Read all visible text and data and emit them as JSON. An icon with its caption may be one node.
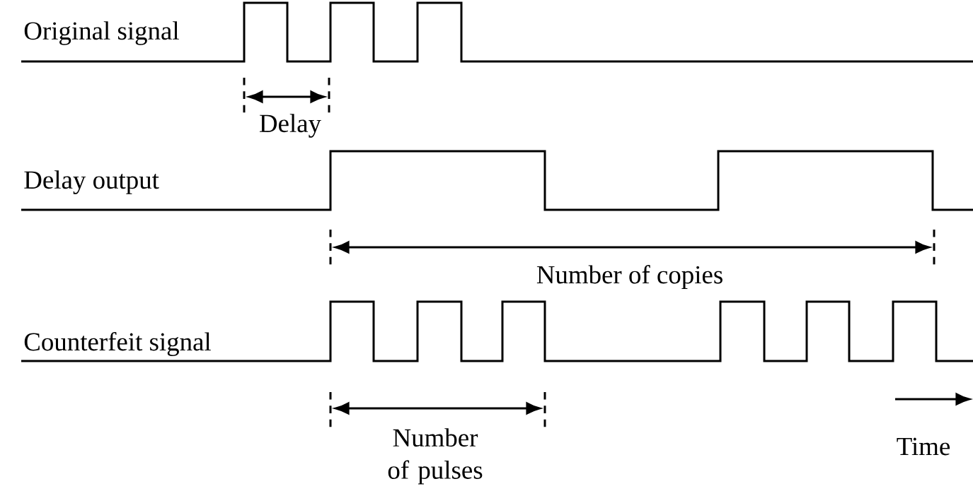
{
  "diagram": {
    "labels": [
      "Original signal",
      "Delay",
      "Delay output",
      "Number of copies",
      "Counterfeit signal",
      "Number of pulses",
      "Time"
    ]
  }
}
